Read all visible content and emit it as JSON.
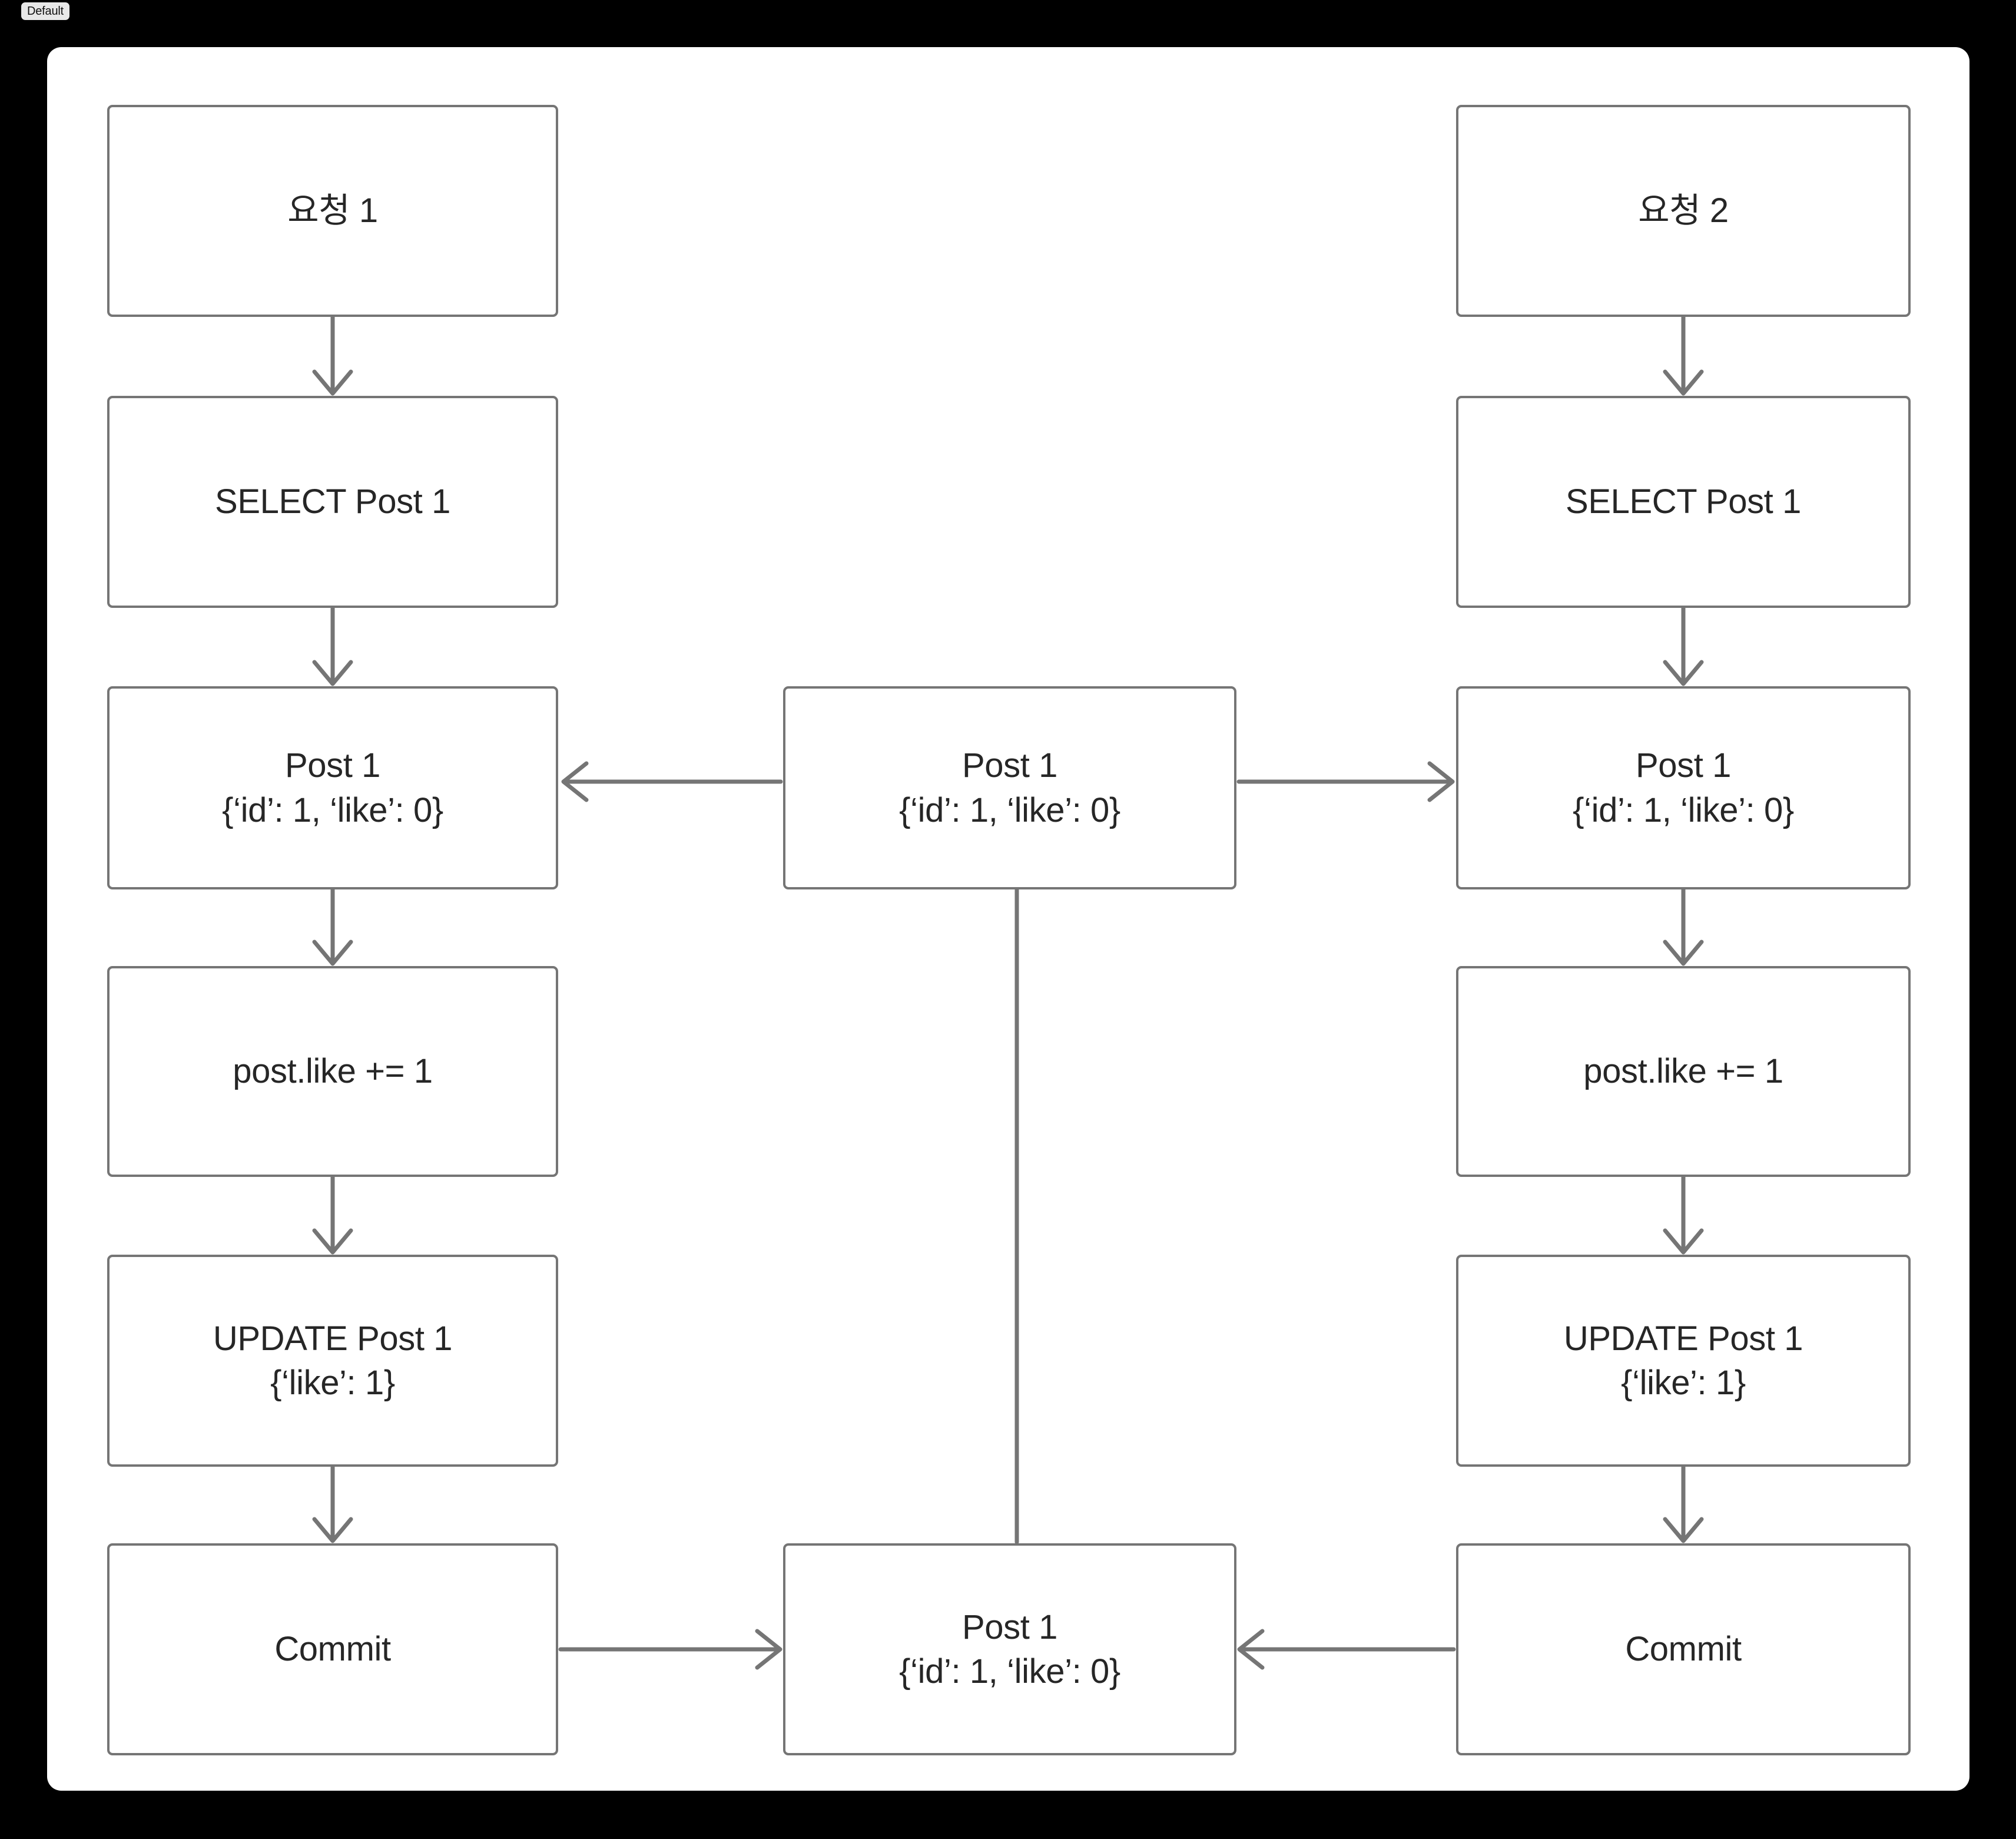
{
  "badge": {
    "label": "Default"
  },
  "theme": {
    "page_background": "#000000",
    "canvas_background": "#ffffff",
    "node_border": "#757575",
    "node_fill": "#ffffff",
    "edge_color": "#757575",
    "text_color": "#262626",
    "badge_background": "#e8e8e8"
  },
  "diagram": {
    "type": "flowchart",
    "title": "",
    "columns": [
      {
        "id": "request-1",
        "name": "left",
        "nodes": [
          {
            "id": "req1",
            "line1": "요청 1",
            "line2": ""
          },
          {
            "id": "select-left",
            "line1": "SELECT Post 1",
            "line2": ""
          },
          {
            "id": "post-left",
            "line1": "Post 1",
            "line2": "{‘id’: 1, ‘like’: 0}"
          },
          {
            "id": "increment-left",
            "line1": "post.like += 1",
            "line2": ""
          },
          {
            "id": "update-left",
            "line1": "UPDATE Post 1",
            "line2": "{‘like’: 1}"
          },
          {
            "id": "commit-left",
            "line1": "Commit",
            "line2": ""
          }
        ]
      },
      {
        "id": "database",
        "name": "center",
        "nodes": [
          {
            "id": "db-before",
            "line1": "Post 1",
            "line2": "{‘id’: 1, ‘like’: 0}"
          },
          {
            "id": "db-after",
            "line1": "Post 1",
            "line2": "{‘id’: 1, ‘like’: 0}"
          }
        ]
      },
      {
        "id": "request-2",
        "name": "right",
        "nodes": [
          {
            "id": "req2",
            "line1": "요청 2",
            "line2": ""
          },
          {
            "id": "select-right",
            "line1": "SELECT Post 1",
            "line2": ""
          },
          {
            "id": "post-right",
            "line1": "Post 1",
            "line2": "{‘id’: 1, ‘like’: 0}"
          },
          {
            "id": "increment-right",
            "line1": "post.like += 1",
            "line2": ""
          },
          {
            "id": "update-right",
            "line1": "UPDATE Post 1",
            "line2": "{‘like’: 1}"
          },
          {
            "id": "commit-right",
            "line1": "Commit",
            "line2": ""
          }
        ]
      }
    ],
    "edges": [
      {
        "from": "req1",
        "to": "select-left",
        "direction": "down",
        "arrowhead": true
      },
      {
        "from": "select-left",
        "to": "post-left",
        "direction": "down",
        "arrowhead": true
      },
      {
        "from": "post-left",
        "to": "increment-left",
        "direction": "down",
        "arrowhead": true
      },
      {
        "from": "increment-left",
        "to": "update-left",
        "direction": "down",
        "arrowhead": true
      },
      {
        "from": "update-left",
        "to": "commit-left",
        "direction": "down",
        "arrowhead": true
      },
      {
        "from": "req2",
        "to": "select-right",
        "direction": "down",
        "arrowhead": true
      },
      {
        "from": "select-right",
        "to": "post-right",
        "direction": "down",
        "arrowhead": true
      },
      {
        "from": "post-right",
        "to": "increment-right",
        "direction": "down",
        "arrowhead": true
      },
      {
        "from": "increment-right",
        "to": "update-right",
        "direction": "down",
        "arrowhead": true
      },
      {
        "from": "update-right",
        "to": "commit-right",
        "direction": "down",
        "arrowhead": true
      },
      {
        "from": "db-before",
        "to": "post-left",
        "direction": "left",
        "arrowhead": true
      },
      {
        "from": "db-before",
        "to": "post-right",
        "direction": "right",
        "arrowhead": true
      },
      {
        "from": "db-before",
        "to": "db-after",
        "direction": "down",
        "arrowhead": false
      },
      {
        "from": "commit-left",
        "to": "db-after",
        "direction": "right",
        "arrowhead": true
      },
      {
        "from": "commit-right",
        "to": "db-after",
        "direction": "left",
        "arrowhead": true
      }
    ]
  }
}
